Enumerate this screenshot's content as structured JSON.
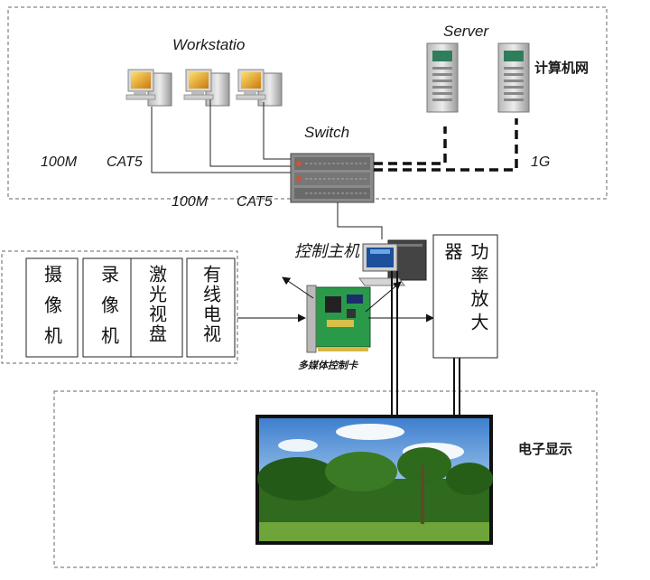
{
  "network": {
    "workstation_label": "Workstatio",
    "server_label": "Server",
    "switch_label": "Switch",
    "computer_network_label": "计算机网",
    "left_speed": "100M",
    "left_cable": "CAT5",
    "bottom_speed": "100M",
    "bottom_cable": "CAT5",
    "uplink_speed": "1G"
  },
  "control": {
    "host_label": "控制主机",
    "card_label": "多媒体控制卡",
    "amplifier_label": "功率放大器"
  },
  "sources": [
    {
      "label": "摄像机"
    },
    {
      "label": "录像机"
    },
    {
      "label": "激光视盘"
    },
    {
      "label": "有线电视"
    }
  ],
  "display": {
    "label": "电子显示"
  }
}
